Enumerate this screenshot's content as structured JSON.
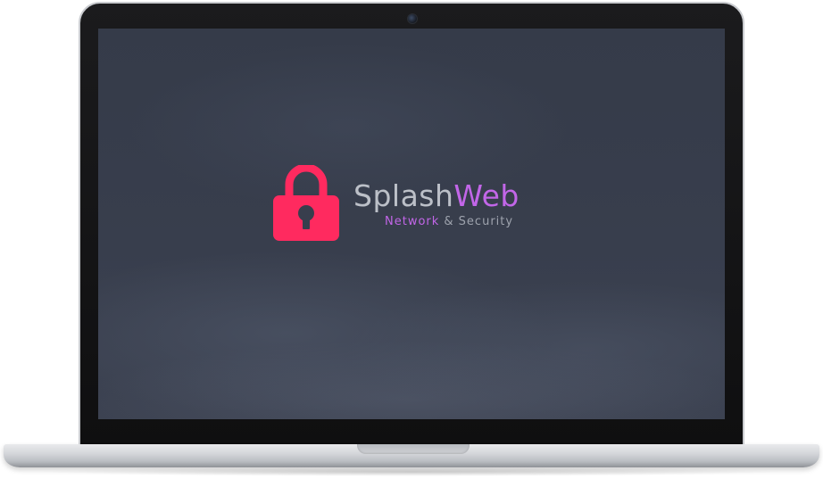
{
  "brand": {
    "name_part1": "Splash",
    "name_part2": "Web",
    "tagline_part1": "Network",
    "tagline_part2": " & Security"
  },
  "icons": {
    "logo": "padlock-icon",
    "camera": "camera-icon"
  },
  "colors": {
    "lock": "#ff2a5f",
    "brand_gray": "#bcc0c8",
    "brand_accent": "#c266e8",
    "screen_bg": "#383e4d"
  }
}
